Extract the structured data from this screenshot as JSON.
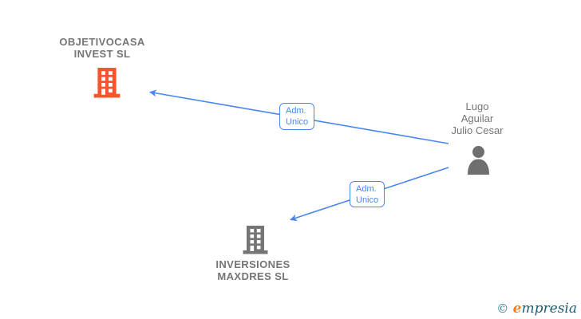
{
  "diagram": {
    "nodes": {
      "company_top": {
        "name_line1": "OBJETIVOCASA",
        "name_line2": "INVEST  SL",
        "type": "company",
        "icon": "building-icon",
        "icon_color": "#f8552c"
      },
      "person": {
        "name_line1": "Lugo",
        "name_line2": "Aguilar",
        "name_line3": "Julio Cesar",
        "type": "person",
        "icon": "person-icon",
        "icon_color": "#6f6f6f"
      },
      "company_bottom": {
        "name_line1": "INVERSIONES",
        "name_line2": "MAXDRES  SL",
        "type": "company",
        "icon": "building-icon",
        "icon_color": "#757575"
      }
    },
    "edges": [
      {
        "from": "person",
        "to": "company_top",
        "label_line1": "Adm.",
        "label_line2": "Unico"
      },
      {
        "from": "person",
        "to": "company_bottom",
        "label_line1": "Adm.",
        "label_line2": "Unico"
      }
    ],
    "colors": {
      "edge_blue": "#4a86f2",
      "text_gray": "#757575",
      "building_orange": "#f8552c",
      "icon_gray": "#757575"
    }
  },
  "footer": {
    "copyright_symbol": "©",
    "brand_first_letter": "e",
    "brand_rest": "mpresia"
  }
}
